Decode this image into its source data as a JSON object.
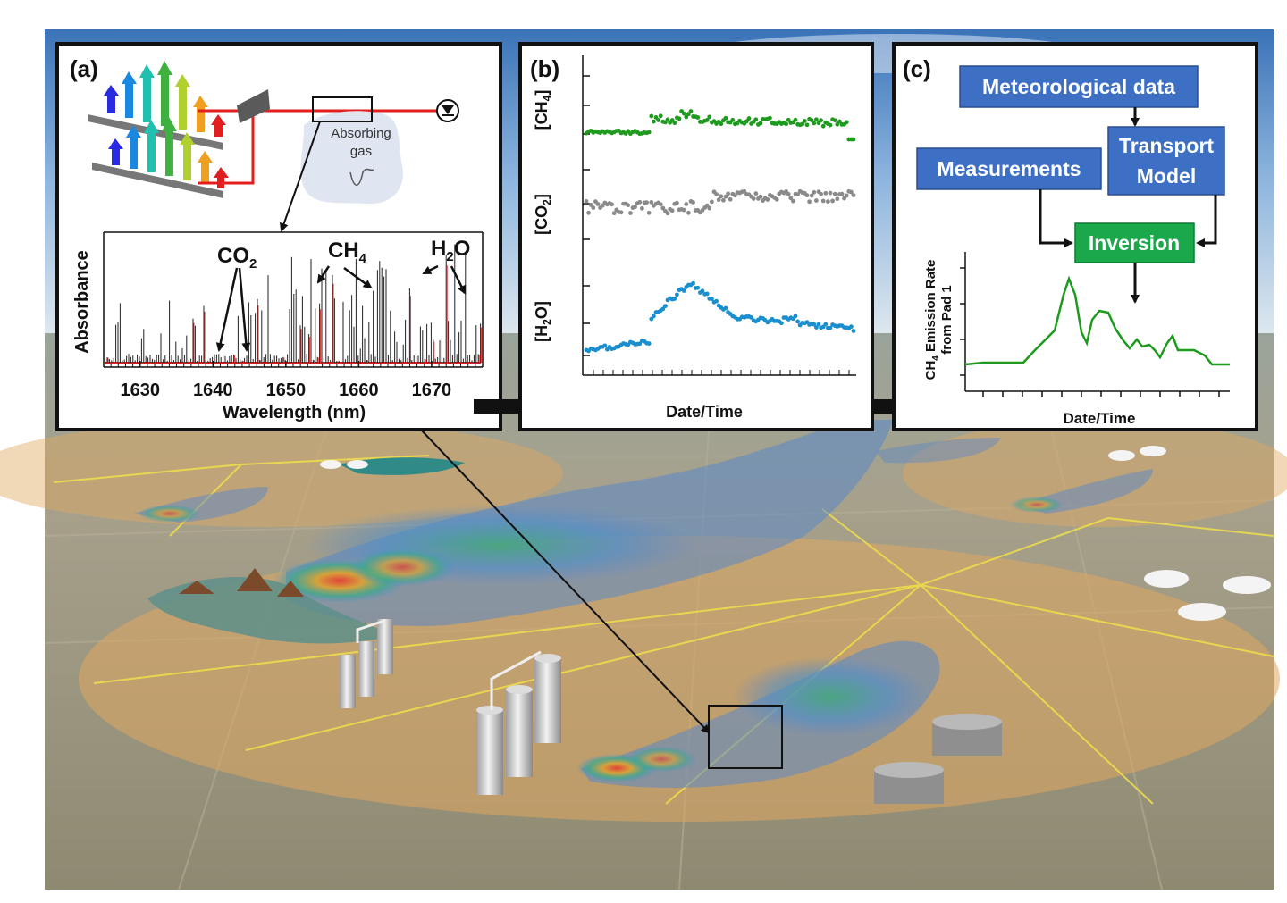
{
  "panel_a": {
    "label": "(a)",
    "absorbing_gas": [
      "Absorbing",
      "gas"
    ],
    "gas_labels": {
      "co2": "CO",
      "co2_sub": "2",
      "ch4": "CH",
      "ch4_sub": "4",
      "h2o_a": "H",
      "h2o_sub": "2",
      "h2o_b": "O"
    },
    "ylabel": "Absorbance",
    "xlabel": "Wavelength (nm)",
    "xticks": [
      "1630",
      "1640",
      "1650",
      "1660",
      "1670"
    ]
  },
  "panel_b": {
    "label": "(b)",
    "xlabel": "Date/Time",
    "series_labels": {
      "ch4": "[CH4]",
      "co2": "[CO2]",
      "h2o": "[H2O]"
    },
    "ch4_main": "[CH",
    "ch4_sub": "4",
    "co2_main": "[CO",
    "co2_sub": "2",
    "h2o_main": "[H",
    "h2o_sub": "2",
    "h2o_tail": "O]",
    "colors": {
      "ch4": "#1e9a1e",
      "co2": "#8a8a8a",
      "h2o": "#1a8fd0"
    }
  },
  "panel_c": {
    "label": "(c)",
    "boxes": {
      "meteorological": "Meteorological data",
      "transport_1": "Transport",
      "transport_2": "Model",
      "measurements": "Measurements",
      "inversion": "Inversion"
    },
    "ylabel_line1_main": "CH",
    "ylabel_line1_sub": "4",
    "ylabel_line1_tail": " Emission Rate",
    "ylabel_line2": "from Pad 1",
    "xlabel": "Date/Time",
    "colors": {
      "box_blue": "#3d6fc4",
      "box_green": "#1aa84a",
      "curve": "#1e9a1e"
    }
  }
}
